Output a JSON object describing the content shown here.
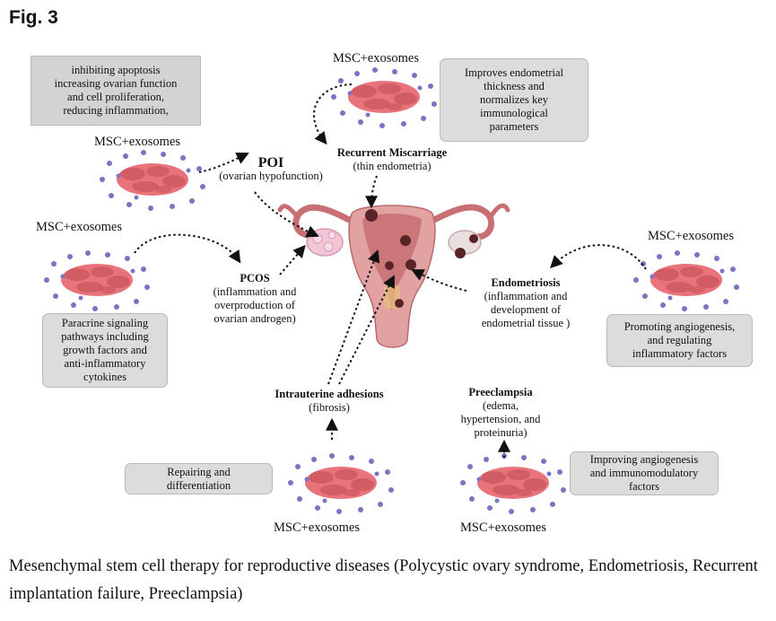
{
  "figure": {
    "title": "Fig. 3",
    "caption": "Mesenchymal stem cell therapy for reproductive diseases (Polycystic ovary syndrome, Endometriosis, Recurrent implantation failure, Preeclampsia)"
  },
  "msc_label": "MSC+exosomes",
  "conditions": {
    "poi": {
      "name": "POI",
      "detail": "(ovarian hypofunction)"
    },
    "miscarriage": {
      "name": "Recurrent Miscarriage",
      "detail": "(thin endometria)"
    },
    "pcos": {
      "name": "PCOS",
      "detail_1": "(inflammation and",
      "detail_2": "overproduction of",
      "detail_3": "ovarian androgen)"
    },
    "endometriosis": {
      "name": "Endometriosis",
      "detail_1": "(inflammation and",
      "detail_2": "development of",
      "detail_3": "endometrial tissue )"
    },
    "adhesions": {
      "name": "Intrauterine adhesions",
      "detail": "(fibrosis)"
    },
    "preeclampsia": {
      "name": "Preeclampsia",
      "detail_1": "(edema,",
      "detail_2": "hypertension, and",
      "detail_3": "proteinuria)"
    }
  },
  "mechanisms": {
    "poi": [
      "inhibiting apoptosis",
      "increasing ovarian function",
      "and cell proliferation,",
      "reducing inflammation,"
    ],
    "miscarriage": [
      "Improves endometrial",
      "thickness and",
      "normalizes key",
      "immunological",
      "parameters"
    ],
    "pcos": [
      "Paracrine signaling",
      "pathways including",
      "growth factors and",
      "anti-inflammatory",
      "cytokines"
    ],
    "endometriosis": [
      "Promoting angiogenesis,",
      "and regulating",
      "inflammatory factors"
    ],
    "adhesions": [
      "Repairing and",
      "differentiation"
    ],
    "preeclampsia": [
      "Improving angiogenesis",
      "and immunomodulatory",
      "factors"
    ]
  },
  "colors": {
    "cell": "#e8737b",
    "cell_dark": "#c9545c",
    "vesicle": "#7b74c2",
    "uterus": "#e3a2a2",
    "uterus_inner": "#c76f72",
    "lesion": "#5a2327",
    "box_fill": "#dcdcdc"
  }
}
